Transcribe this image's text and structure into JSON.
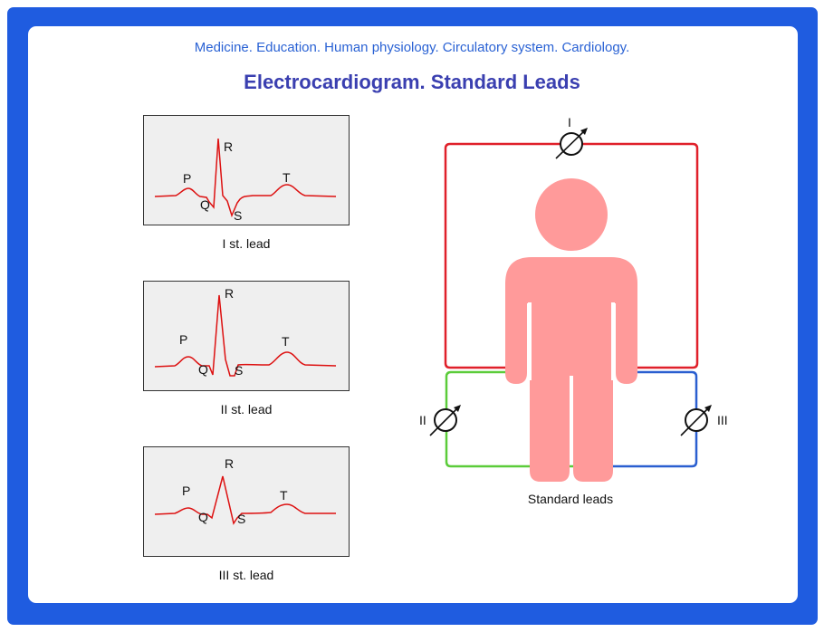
{
  "header": {
    "subtitle": "Medicine. Education. Human physiology. Circulatory system. Cardiology.",
    "title": "Electrocardiogram. Standard Leads"
  },
  "ecg_panels": [
    {
      "caption": "I st. lead",
      "labels": {
        "p": "P",
        "q": "Q",
        "r": "R",
        "s": "S",
        "t": "T"
      }
    },
    {
      "caption": "II st. lead",
      "labels": {
        "p": "P",
        "q": "Q",
        "r": "R",
        "s": "S",
        "t": "T"
      }
    },
    {
      "caption": "III st. lead",
      "labels": {
        "p": "P",
        "q": "Q",
        "r": "R",
        "s": "S",
        "t": "T"
      }
    }
  ],
  "leads_diagram": {
    "caption": "Standard leads",
    "lead_1": "I",
    "lead_2": "II",
    "lead_3": "III"
  },
  "colors": {
    "frame": "#1f5ce0",
    "trace": "#dd1111",
    "figure": "#ff9a9a",
    "lead_1_wire": "#e0202a",
    "lead_2_wire": "#5bcc3a",
    "lead_3_wire": "#2a5fd0"
  },
  "icons": [
    "galvanometer-icon",
    "human-figure-icon"
  ]
}
